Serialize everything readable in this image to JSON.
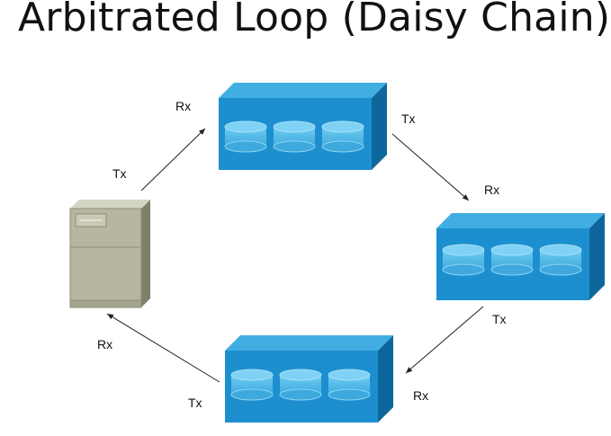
{
  "title": "Arbitrated Loop (Daisy Chain)",
  "colors": {
    "array_front": "#1d8fcf",
    "array_top": "#41aee2",
    "array_side": "#0e679c",
    "disk": "#5ec3ee",
    "server_body": "#b7b7a0",
    "arrow": "#222222"
  },
  "nodes": {
    "server": {
      "icon": "server-icon",
      "tx_label": "Tx",
      "rx_label": "Rx"
    },
    "array_top": {
      "icon": "storage-array-icon",
      "rx_label": "Rx",
      "tx_label": "Tx"
    },
    "array_right": {
      "icon": "storage-array-icon",
      "rx_label": "Rx",
      "tx_label": "Tx"
    },
    "array_bottom": {
      "icon": "storage-array-icon",
      "rx_label": "Rx",
      "tx_label": "Tx"
    }
  }
}
